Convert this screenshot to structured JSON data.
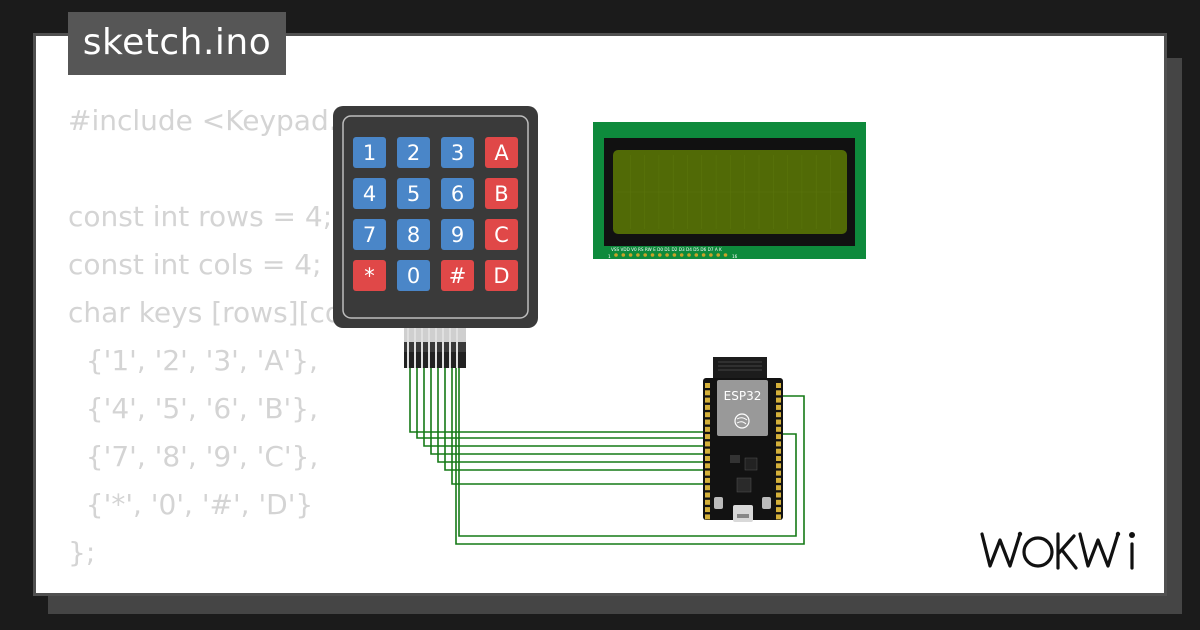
{
  "file_tab": {
    "title": "sketch.ino"
  },
  "code_lines": [
    "#include <Keypad.h>",
    "",
    "const int rows = 4;",
    "const int cols = 4;",
    "char keys [rows][cols] = {",
    "  {'1', '2', '3', 'A'},",
    "  {'4', '5', '6', 'B'},",
    "  {'7', '8', '9', 'C'},",
    "  {'*', '0', '#', 'D'}",
    "};"
  ],
  "keypad": {
    "rows": [
      [
        "1",
        "2",
        "3",
        "A"
      ],
      [
        "4",
        "5",
        "6",
        "B"
      ],
      [
        "7",
        "8",
        "9",
        "C"
      ],
      [
        "*",
        "0",
        "#",
        "D"
      ]
    ],
    "digit_color": "#4a86c8",
    "function_color": "#e04848",
    "body_color": "#3a3a3a"
  },
  "lcd": {
    "pin_labels": "VSS VDD V0 RS RW E  D0 D1 D2 D3 D4 D5 D6 D7  A  K",
    "pin_first": "1",
    "pin_last": "16",
    "pcb_color": "#0e8a3c",
    "screen_color": "#516a06"
  },
  "esp32": {
    "module_label": "ESP32"
  },
  "wire_color": "#157a17",
  "brand": {
    "logo_text": "WOKWi"
  }
}
